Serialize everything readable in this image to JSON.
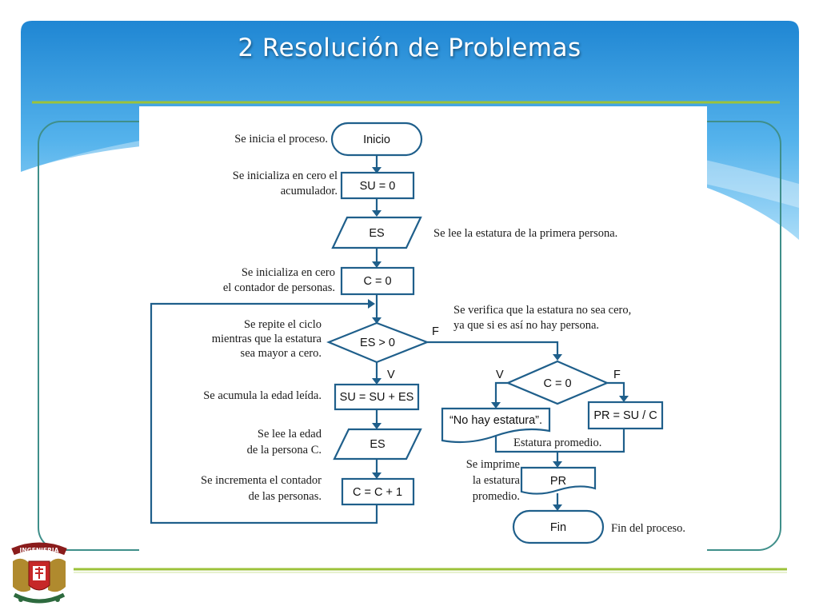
{
  "slide": {
    "title": "2 Resolución de Problemas"
  },
  "logo": {
    "text": "INGENIERIA"
  },
  "flowchart": {
    "nodes": {
      "inicio": "Inicio",
      "su0": "SU = 0",
      "es1": "ES",
      "c0": "C = 0",
      "cond_es": "ES > 0",
      "su_sum": "SU = SU + ES",
      "es2": "ES",
      "c_inc": "C = C + 1",
      "cond_c": "C = 0",
      "no_hay": "“No hay estatura”.",
      "pr_calc": "PR = SU / C",
      "pr_out": "PR",
      "fin": "Fin"
    },
    "branch_labels": {
      "es_false": "F",
      "es_true": "V",
      "c_true": "V",
      "c_false": "F"
    },
    "annotations": {
      "a1": "Se inicia el proceso.",
      "a2_l1": "Se inicializa en cero el",
      "a2_l2": "acumulador.",
      "a3": "Se lee la estatura de la  primera persona.",
      "a4_l1": "Se inicializa en cero",
      "a4_l2": "el contador de personas.",
      "a5_l1": "Se verifica que la estatura no sea cero,",
      "a5_l2": "ya que si es así no hay persona.",
      "a6_l1": "Se repite el ciclo",
      "a6_l2": "mientras que la estatura",
      "a6_l3": "sea mayor a cero.",
      "a7": "Se acumula la edad leída.",
      "a8_l1": "Se lee la edad",
      "a8_l2": "de la persona C.",
      "a9": "Estatura promedio.",
      "a10_l1": "Se imprime",
      "a10_l2": "la estatura",
      "a10_l3": "promedio.",
      "a11_l1": "Se incrementa el contador",
      "a11_l2": "de las personas.",
      "a12": "Fin del proceso."
    }
  },
  "colors": {
    "header_blue": "#2e8fd6",
    "accent_green": "#9cc23a",
    "frame_teal": "#3f8f8a",
    "shape_stroke": "#1f5f8b"
  }
}
